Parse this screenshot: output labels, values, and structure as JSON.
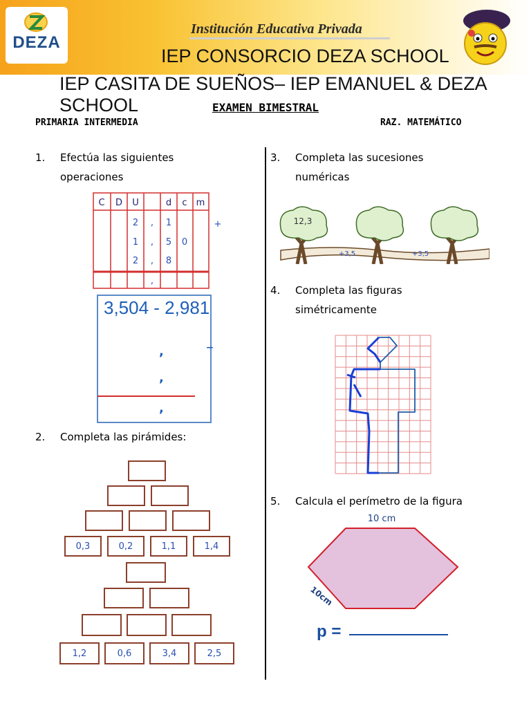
{
  "header": {
    "logo_text": "DEZA",
    "institution": "Institución Educativa Privada",
    "school_line_1": "IEP CONSORCIO DEZA SCHOOL",
    "school_line_2": "IEP CASITA DE SUEÑOS– IEP EMANUEL & DEZA SCHOOL"
  },
  "exam": {
    "title": "EXAMEN BIMESTRAL",
    "level": "PRIMARIA INTERMEDIA",
    "subject": "RAZ. MATEMÁTICO"
  },
  "questions": [
    {
      "num": "1.",
      "text": "Efectúa las siguientes operaciones"
    },
    {
      "num": "2.",
      "text": "Completa las pirámides:"
    },
    {
      "num": "3.",
      "text": "Completa las sucesiones numéricas"
    },
    {
      "num": "4.",
      "text": "Completa las figuras simétricamente"
    },
    {
      "num": "5.",
      "text": "Calcula el perímetro de la figura"
    }
  ],
  "addition_table": {
    "headers": [
      "C",
      "D",
      "U",
      "",
      "d",
      "c",
      "m"
    ],
    "rows": [
      [
        "",
        "",
        "2",
        ",",
        "1",
        "",
        ""
      ],
      [
        "",
        "",
        "1",
        ",",
        "5",
        "0",
        ""
      ],
      [
        "",
        "",
        "2",
        ",",
        "8",
        "",
        ""
      ]
    ],
    "result_comma": ",",
    "operator": "+"
  },
  "subtraction": {
    "expression": "3,504 - 2,981",
    "operator": "–",
    "commas": [
      ",",
      ",",
      ","
    ]
  },
  "pyramid_1_base": [
    "0,3",
    "0,2",
    "1,1",
    "1,4"
  ],
  "pyramid_2_base": [
    "1,2",
    "0,6",
    "3,4",
    "2,5"
  ],
  "sequence": {
    "first_value": "12,3",
    "steps": [
      "+3,5",
      "+3,5"
    ]
  },
  "perimeter": {
    "top_label": "10 cm",
    "side_label": "10cm",
    "answer_label": "p ="
  },
  "colors": {
    "header_orange": "#f6a21a",
    "table_red": "#d32f2f",
    "pyramid_border": "#8b3f2b",
    "digit_blue": "#2a4fb0",
    "hexagon_fill": "#e4c1dc",
    "grid_red": "#e58a8a"
  }
}
